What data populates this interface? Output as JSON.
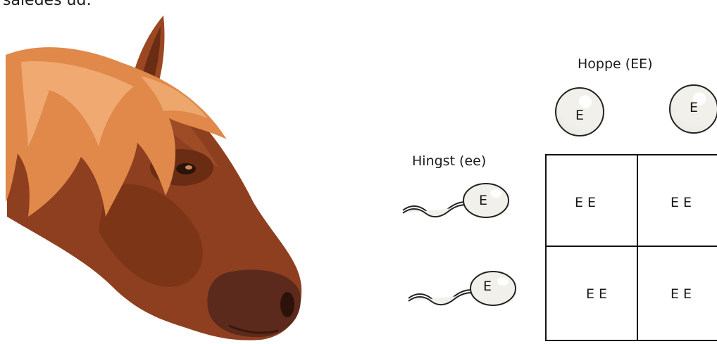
{
  "intro_text": "således ud:",
  "mare": {
    "label": "Hoppe (EE)",
    "alleles": [
      "E",
      "E"
    ]
  },
  "stallion": {
    "label": "Hingst (ee)",
    "alleles": [
      "E",
      "E"
    ]
  },
  "punnett": {
    "cells": [
      [
        "E E",
        "E E"
      ],
      [
        "E E",
        "E E"
      ]
    ]
  },
  "colors": {
    "horse_coat": "#8e3f1f",
    "horse_coat_dark": "#6b2c14",
    "mane": "#e0894a",
    "mane_light": "#f2b27a",
    "muzzle": "#5b2a1c",
    "grid_line": "#111111"
  }
}
